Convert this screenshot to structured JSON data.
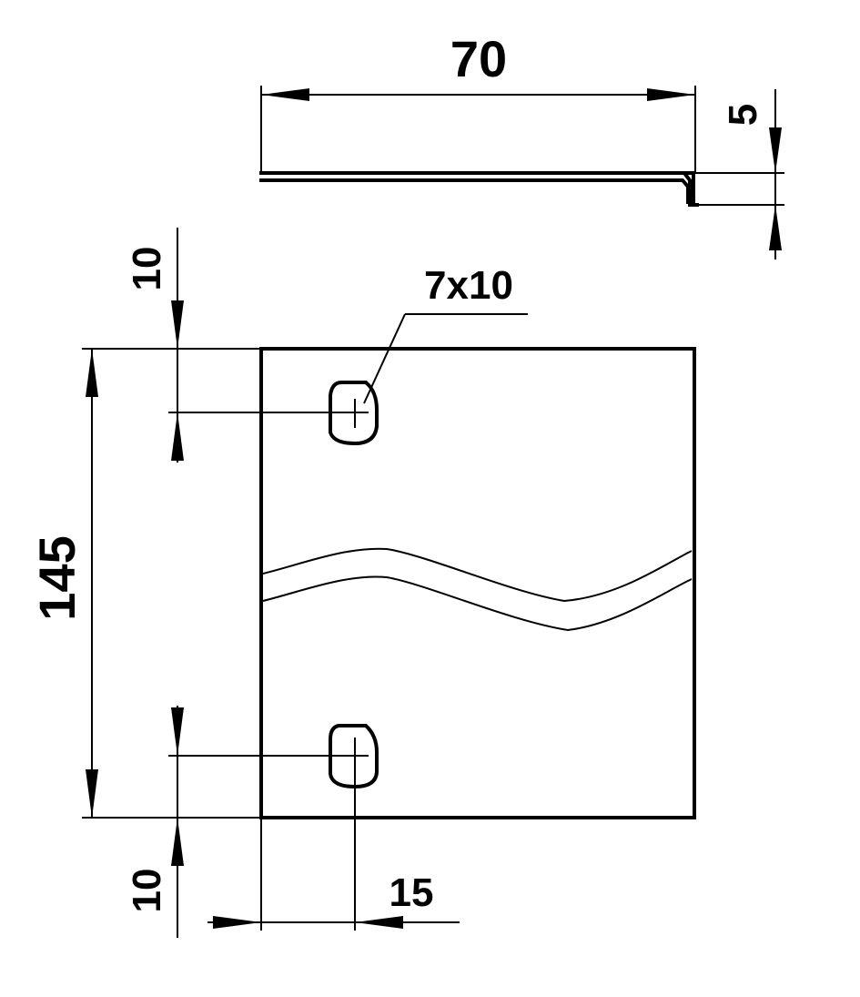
{
  "dimensions": {
    "top_width": "70",
    "flange_height": "5",
    "top_hole_offset": "10",
    "slot_size": "7x10",
    "overall_height": "145",
    "bottom_hole_offset": "10",
    "hole_x_offset": "15"
  }
}
